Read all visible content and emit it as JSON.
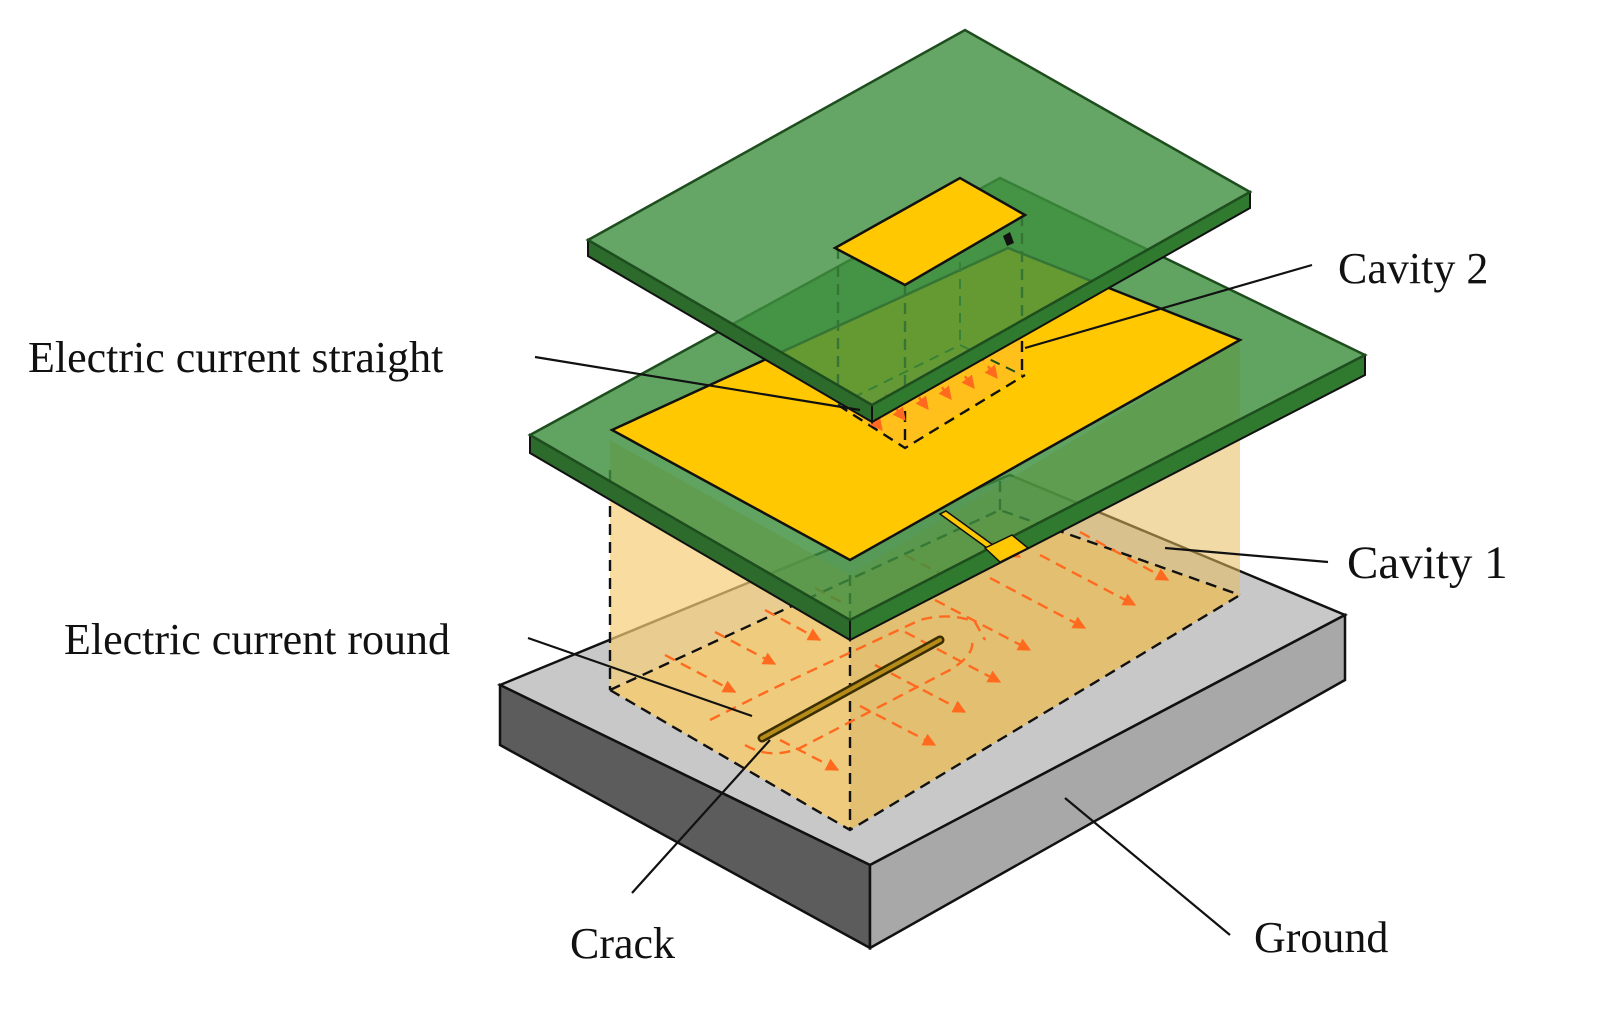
{
  "labels": {
    "cavity2": "Cavity 2",
    "cavity1": "Cavity 1",
    "current_straight": "Electric current straight",
    "current_round": "Electric current round",
    "crack": "Crack",
    "ground": "Ground"
  },
  "colors": {
    "substrate": "#3e8f3e",
    "substrate_edge": "#2c6b2c",
    "patch": "#ffc800",
    "cavity_wall": "#f3c66a",
    "current": "#ff6a1f",
    "ground_top": "#c8c8c8",
    "ground_side_dark": "#5a5a5a",
    "ground_side_light": "#a8a8a8"
  }
}
